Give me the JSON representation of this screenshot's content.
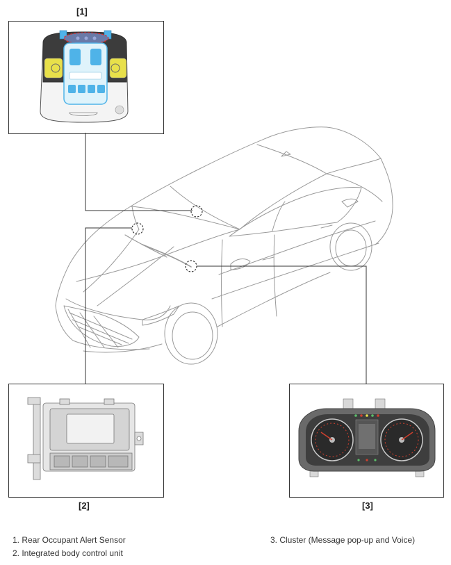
{
  "callouts": [
    {
      "id": "1",
      "tag": "[1]"
    },
    {
      "id": "2",
      "tag": "[2]"
    },
    {
      "id": "3",
      "tag": "[3]"
    }
  ],
  "legend": {
    "left": [
      "1. Rear Occupant Alert Sensor",
      "2. Integrated body control unit"
    ],
    "right": [
      "3. Cluster (Message pop-up and Voice)"
    ]
  },
  "colors": {
    "line": "#333333",
    "car_outline": "#9a9a9a",
    "sensor_blue": "#4fb3e8",
    "sensor_yellow": "#e8e04a",
    "alert_red": "#e03030",
    "cluster_red": "#d0402e",
    "cluster_green": "#5bbf6a"
  }
}
